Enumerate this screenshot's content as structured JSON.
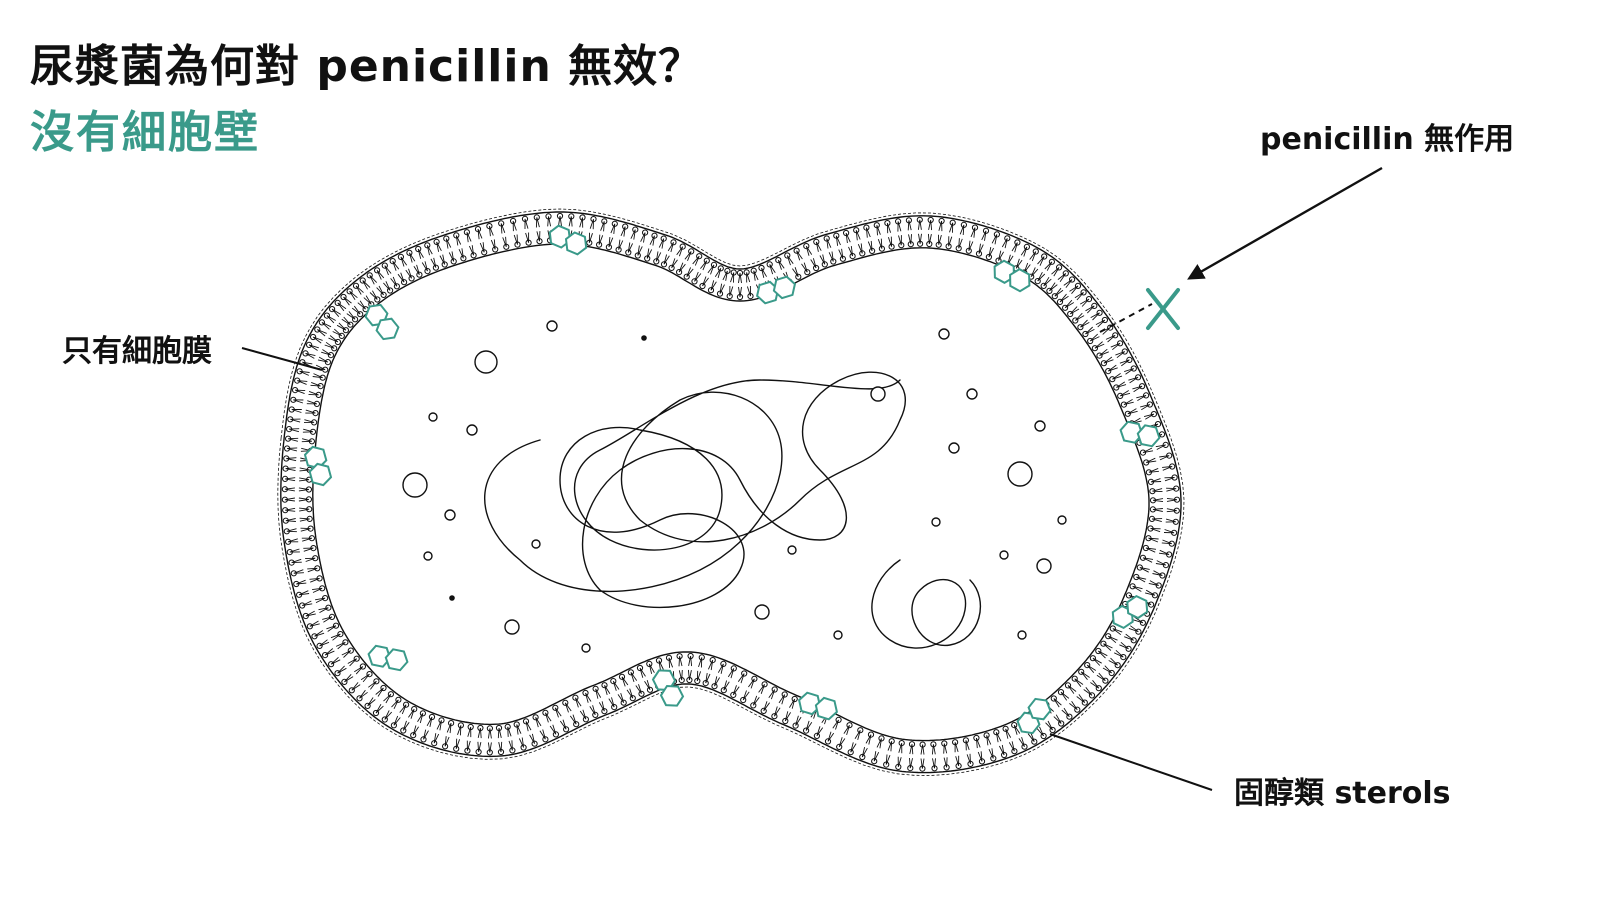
{
  "header": {
    "title": "尿漿菌為何對 penicillin 無效？",
    "subtitle": "沒有細胞壁"
  },
  "labels": {
    "membrane": "只有細胞膜",
    "penicillin": "penicillin 無作用",
    "sterols": "固醇類 sterols"
  },
  "colors": {
    "accent": "#3a9a8a",
    "ink": "#111111"
  },
  "icons": {
    "blocked": "x-mark-icon",
    "sterol": "sterol-ring-icon"
  }
}
